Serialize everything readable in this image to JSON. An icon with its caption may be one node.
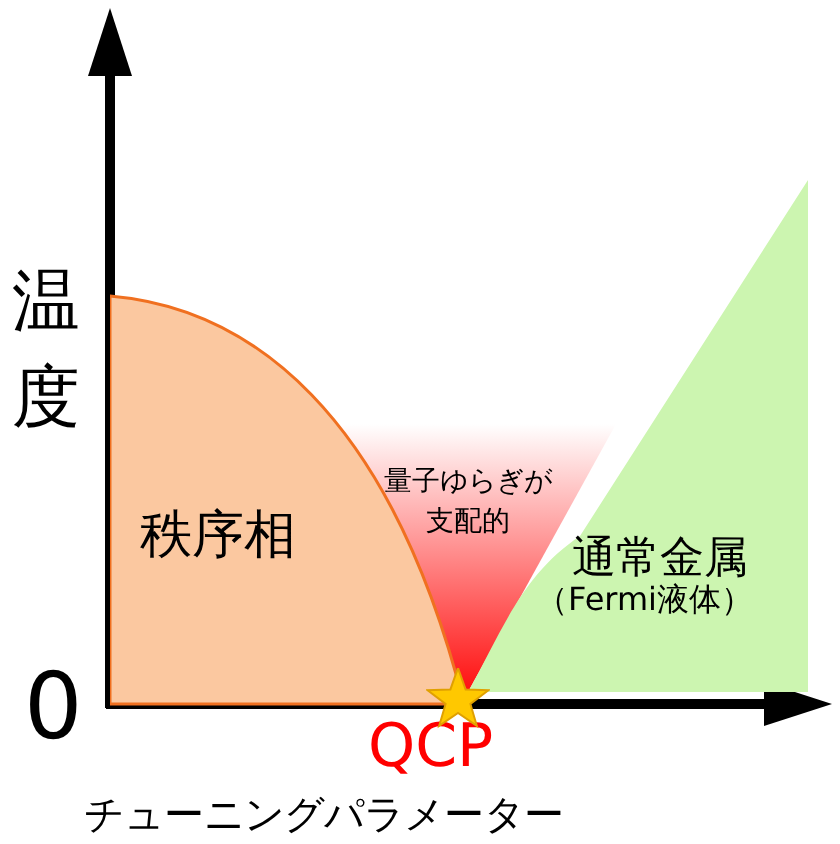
{
  "diagram": {
    "nodes": [
      {
        "text": [
          "秩序相"
        ]
      },
      {
        "text": [
          "量子ゆらぎが支配的"
        ]
      },
      {
        "text": [
          "通常金属",
          "（Fermi液体）"
        ]
      },
      {
        "text": [],
        "shape": "star",
        "beside": [
          "QCP"
        ]
      }
    ],
    "labels": [
      "温度",
      "0",
      "チューニングパラメーター"
    ]
  }
}
